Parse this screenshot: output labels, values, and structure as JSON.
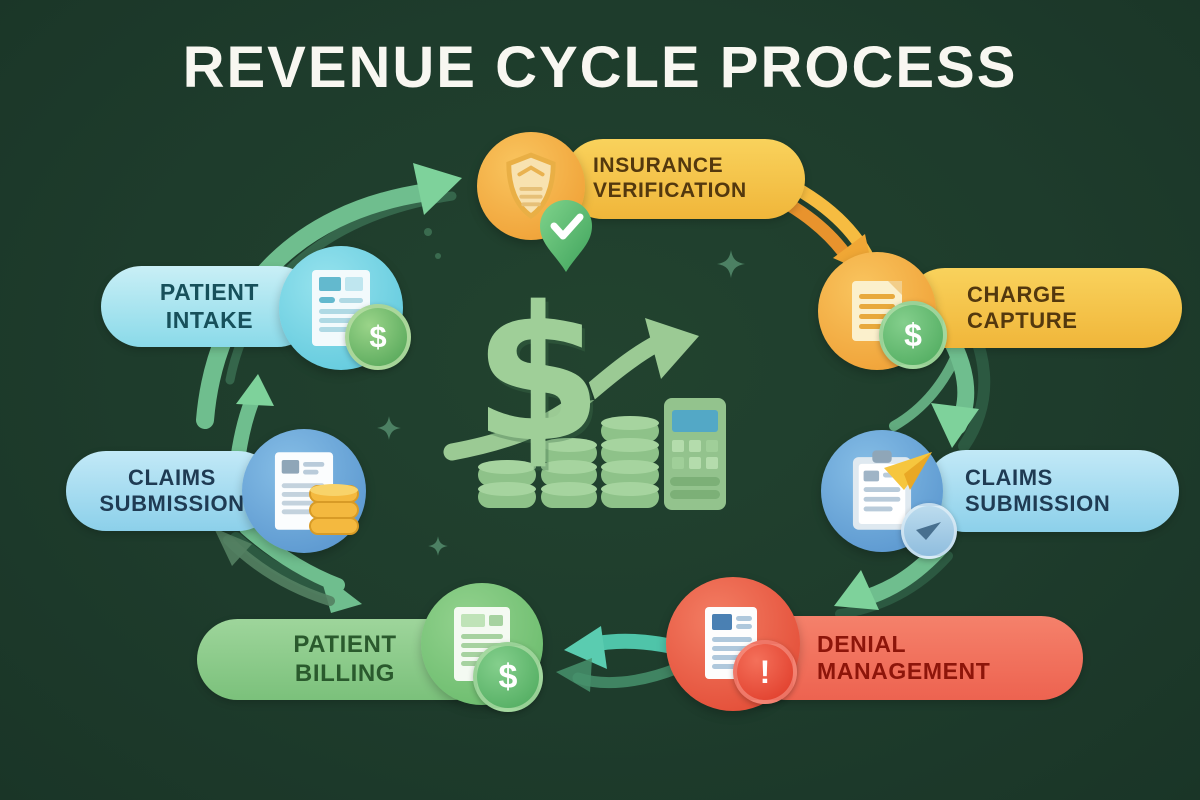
{
  "title": "REVENUE CYCLE PROCESS",
  "stages": [
    {
      "id": "insurance-verification",
      "line1": "INSURANCE",
      "line2": "VERIFICATION",
      "icon": "shield-icon",
      "badge_icon": "checkmark-pin-icon",
      "pill_color": "#F5C84E",
      "text_color": "#53380E",
      "circle_color": "#F0A033"
    },
    {
      "id": "charge-capture",
      "line1": "CHARGE",
      "line2": "CAPTURE",
      "icon": "receipt-icon",
      "badge_icon": "dollar-badge-icon",
      "badge_glyph": "$",
      "pill_color": "#F5C84E",
      "text_color": "#53380E",
      "circle_color": "#F0A033"
    },
    {
      "id": "claims-submission-right",
      "line1": "CLAIMS",
      "line2": "SUBMISSION",
      "icon": "clipboard-icon",
      "badge_icon": "plane-badge-icon",
      "pill_color": "#A9DDF0",
      "text_color": "#1F3B53",
      "circle_color": "#5B9BD4"
    },
    {
      "id": "denial-management",
      "line1": "DENIAL",
      "line2": "MANAGEMENT",
      "icon": "denial-document-icon",
      "badge_icon": "alert-badge-icon",
      "badge_glyph": "!",
      "pill_color": "#F2705C",
      "text_color": "#8D150A",
      "circle_color": "#E8503A"
    },
    {
      "id": "patient-billing",
      "line1": "PATIENT",
      "line2": "BILLING",
      "icon": "invoice-icon",
      "badge_icon": "dollar-badge-icon",
      "badge_glyph": "$",
      "pill_color": "#7CC17C",
      "text_color": "#2A5A2D",
      "circle_color": "#77C377"
    },
    {
      "id": "claims-submission-left",
      "line1": "CLAIMS",
      "line2": "SUBMISSION",
      "icon": "claim-document-icon",
      "badge_icon": "coins-icon",
      "pill_color": "#A9DDF0",
      "text_color": "#1F3B53",
      "circle_color": "#5B9BD4"
    },
    {
      "id": "patient-intake",
      "line1": "PATIENT",
      "line2": "INTAKE",
      "icon": "intake-form-icon",
      "badge_icon": "dollar-badge-icon",
      "badge_glyph": "$",
      "pill_color": "#6FD1E2",
      "text_color": "#17505B",
      "circle_color": "#6FD1E2"
    }
  ],
  "center": {
    "dollar_glyph": "$",
    "icons": [
      "dollar-sign-icon",
      "growth-arrow-icon",
      "coin-stacks-icon",
      "calculator-icon"
    ],
    "color": "#9FCF98"
  },
  "colors": {
    "background": "#1E3C2C",
    "title": "#F8F7F1",
    "arrow_green": "#6FBE8E",
    "arrow_dark": "#2C5941",
    "arrow_teal": "#4FC4A9",
    "arrow_orange": "#F0A033",
    "gold": "#F4B93F",
    "sparkle": "#4C8063"
  }
}
